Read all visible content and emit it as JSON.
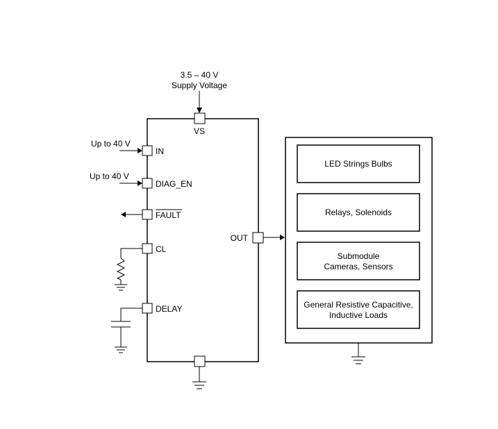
{
  "supply": {
    "line1": "3.5 – 40 V",
    "line2": "Supply Voltage"
  },
  "pins": {
    "vs": "VS",
    "in": "IN",
    "diag_en": "DIAG_EN",
    "fault": "FAULT",
    "cl": "CL",
    "delay": "DELAY",
    "out": "OUT"
  },
  "inputs": {
    "in_label": "Up to 40 V",
    "diag_en_label": "Up to 40 V"
  },
  "loads": {
    "items": [
      {
        "line1": "LED Strings Bulbs",
        "line2": ""
      },
      {
        "line1": "Relays, Solenoids",
        "line2": ""
      },
      {
        "line1": "Submodule",
        "line2": "Cameras, Sensors"
      },
      {
        "line1": "General Resistive Capacitive,",
        "line2": "Inductive Loads"
      }
    ]
  }
}
